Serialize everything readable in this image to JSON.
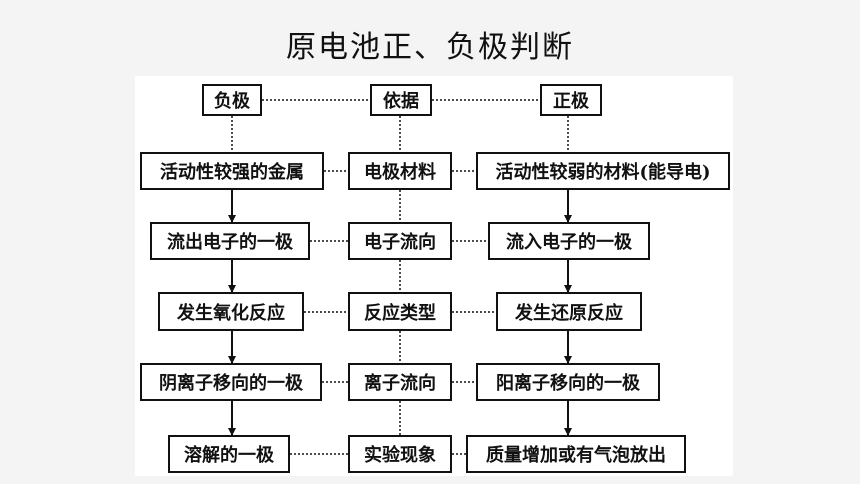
{
  "title": "原电池正、负极判断",
  "header": {
    "negative": "负极",
    "basis": "依据",
    "positive": "正极"
  },
  "rows": [
    {
      "negative": "活动性较强的金属",
      "basis": "电极材料",
      "positive": "活动性较弱的材料(能导电)"
    },
    {
      "negative": "流出电子的一极",
      "basis": "电子流向",
      "positive": "流入电子的一极"
    },
    {
      "negative": "发生氧化反应",
      "basis": "反应类型",
      "positive": "发生还原反应"
    },
    {
      "negative": "阴离子移向的一极",
      "basis": "离子流向",
      "positive": "阳离子移向的一极"
    },
    {
      "negative": "溶解的一极",
      "basis": "实验现象",
      "positive": "质量增加或有气泡放出"
    }
  ]
}
